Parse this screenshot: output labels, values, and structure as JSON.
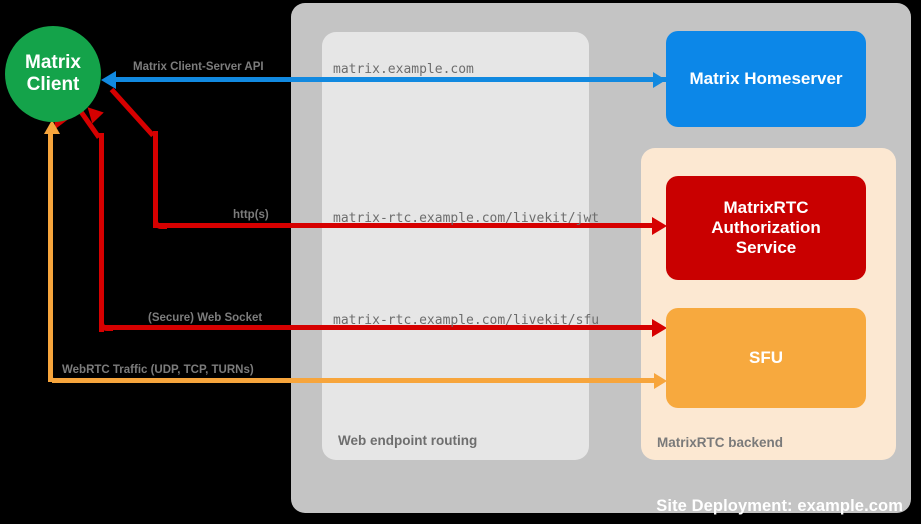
{
  "diagram": {
    "title": "Site Deployment: example.com",
    "colors": {
      "site_bg": "#c4c4c4",
      "web_bg": "#e6e6e6",
      "rtc_bg": "#fce8d2",
      "client": "#14a34a",
      "homeserver": "#0c87e8",
      "auth_service": "#c90000",
      "sfu": "#f7a93e",
      "edge_blue": "#1189e0",
      "edge_red": "#d60000",
      "edge_orange": "#f7a53c",
      "label_grey": "#7c7c7c"
    },
    "containers": {
      "site": {
        "label": "Site Deployment: example.com"
      },
      "web_endpoint_routing": {
        "label": "Web endpoint routing"
      },
      "matrixrtc_backend": {
        "label": "MatrixRTC backend"
      }
    },
    "nodes": {
      "client": {
        "line1": "Matrix",
        "line2": "Client"
      },
      "homeserver": {
        "label": "Matrix Homeserver"
      },
      "auth_service": {
        "line1": "MatrixRTC",
        "line2": "Authorization",
        "line3": "Service"
      },
      "sfu": {
        "label": "SFU"
      }
    },
    "endpoints": {
      "matrix": "matrix.example.com",
      "livekit_jwt": "matrix-rtc.example.com/livekit/jwt",
      "livekit_sfu": "matrix-rtc.example.com/livekit/sfu"
    },
    "edges": [
      {
        "id": "cs-api",
        "label": "Matrix Client-Server API",
        "color": "#1189e0"
      },
      {
        "id": "https",
        "label": "http(s)",
        "color": "#d60000"
      },
      {
        "id": "wss",
        "label": "(Secure) Web Socket",
        "color": "#d60000"
      },
      {
        "id": "webrtc",
        "label": "WebRTC Traffic (UDP, TCP, TURNs)",
        "color": "#f7a53c"
      }
    ]
  }
}
